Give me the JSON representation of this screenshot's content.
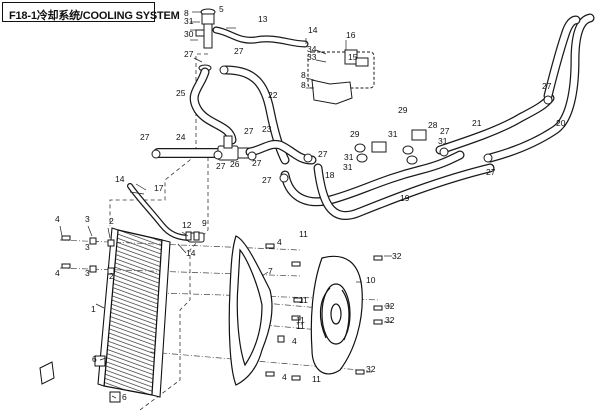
{
  "title": "F18-1冷却系统/COOLING SYSTEM",
  "colors": {
    "line": "#1a1a1a",
    "dash": "#333333",
    "dot": "#222222"
  },
  "callouts": [
    {
      "n": "5"
    },
    {
      "n": "8"
    },
    {
      "n": "31"
    },
    {
      "n": "30"
    },
    {
      "n": "27"
    },
    {
      "n": "13"
    },
    {
      "n": "14"
    },
    {
      "n": "27"
    },
    {
      "n": "34"
    },
    {
      "n": "16"
    },
    {
      "n": "33"
    },
    {
      "n": "15"
    },
    {
      "n": "8"
    },
    {
      "n": "8"
    },
    {
      "n": "22"
    },
    {
      "n": "25"
    },
    {
      "n": "27"
    },
    {
      "n": "24"
    },
    {
      "n": "27"
    },
    {
      "n": "27"
    },
    {
      "n": "26"
    },
    {
      "n": "27"
    },
    {
      "n": "23"
    },
    {
      "n": "27"
    },
    {
      "n": "27"
    },
    {
      "n": "18"
    },
    {
      "n": "29"
    },
    {
      "n": "29"
    },
    {
      "n": "28"
    },
    {
      "n": "31"
    },
    {
      "n": "31"
    },
    {
      "n": "27"
    },
    {
      "n": "21"
    },
    {
      "n": "31"
    },
    {
      "n": "31"
    },
    {
      "n": "27"
    },
    {
      "n": "27"
    },
    {
      "n": "20"
    },
    {
      "n": "19"
    },
    {
      "n": "14"
    },
    {
      "n": "17"
    },
    {
      "n": "12"
    },
    {
      "n": "9"
    },
    {
      "n": "14"
    },
    {
      "n": "4"
    },
    {
      "n": "3"
    },
    {
      "n": "2"
    },
    {
      "n": "3"
    },
    {
      "n": "4"
    },
    {
      "n": "3"
    },
    {
      "n": "2"
    },
    {
      "n": "1"
    },
    {
      "n": "6"
    },
    {
      "n": "6"
    },
    {
      "n": "4"
    },
    {
      "n": "11"
    },
    {
      "n": "32"
    },
    {
      "n": "7"
    },
    {
      "n": "10"
    },
    {
      "n": "11"
    },
    {
      "n": "32"
    },
    {
      "n": "11"
    },
    {
      "n": "32"
    },
    {
      "n": "11"
    },
    {
      "n": "4"
    },
    {
      "n": "4"
    },
    {
      "n": "11"
    },
    {
      "n": "32"
    }
  ]
}
